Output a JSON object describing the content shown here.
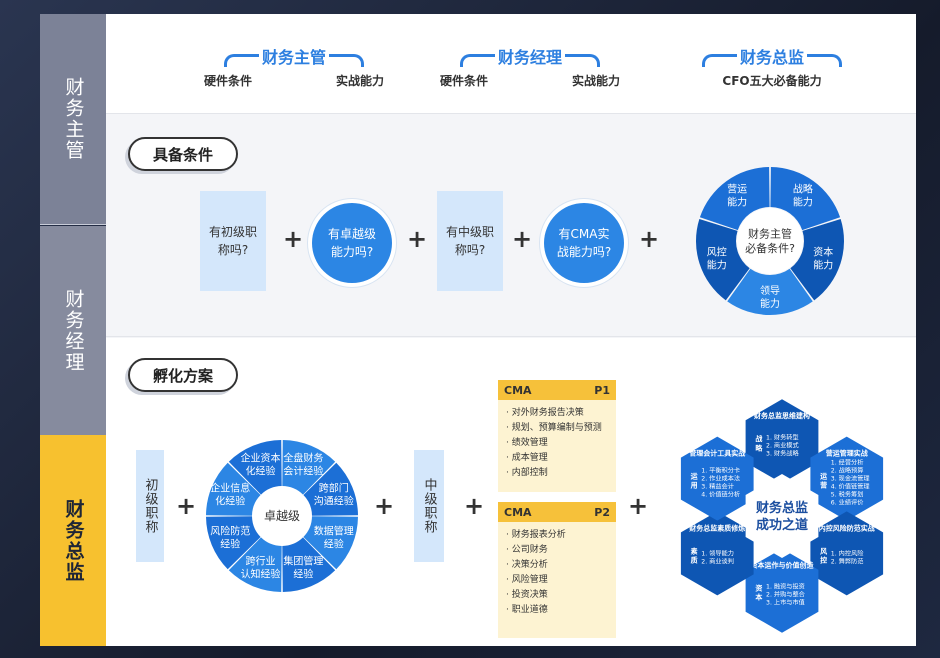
{
  "sidebar": {
    "tabs": [
      {
        "label": "财务主管"
      },
      {
        "label": "财务经理"
      },
      {
        "label": "财务总监"
      }
    ]
  },
  "header": {
    "cols": [
      {
        "title": "财务主管",
        "left": "硬件条件",
        "right": "实战能力"
      },
      {
        "title": "财务经理",
        "left": "硬件条件",
        "right": "实战能力"
      },
      {
        "title": "财务总监",
        "center": "CFO五大必备能力"
      }
    ]
  },
  "section1": {
    "pill": "具备条件",
    "box1": "有初级职称吗?",
    "circle1": "有卓越级能力吗?",
    "box2": "有中级职称吗?",
    "circle2": "有CMA实战能力吗?",
    "plus": "+",
    "wheel": {
      "center": [
        "财务主管",
        "必备条件?"
      ],
      "segments": [
        {
          "label": [
            "战略",
            "能力"
          ],
          "color": "#1c6fd6"
        },
        {
          "label": [
            "资本",
            "能力"
          ],
          "color": "#0e56b3"
        },
        {
          "label": [
            "领导",
            "能力"
          ],
          "color": "#2c86e4"
        },
        {
          "label": [
            "风控",
            "能力"
          ],
          "color": "#0e56b3"
        },
        {
          "label": [
            "营运",
            "能力"
          ],
          "color": "#1c6fd6"
        }
      ]
    }
  },
  "section2": {
    "pill": "孵化方案",
    "box1": "初级职称",
    "box2": "中级职称",
    "plus": "+",
    "wheel": {
      "center": "卓越级",
      "segments": [
        {
          "label": [
            "全盘财务",
            "会计经验"
          ]
        },
        {
          "label": [
            "跨部门",
            "沟通经验"
          ]
        },
        {
          "label": [
            "数据管理",
            "经验"
          ]
        },
        {
          "label": [
            "集团管理",
            "经验"
          ]
        },
        {
          "label": [
            "跨行业",
            "认知经验"
          ]
        },
        {
          "label": [
            "风险防范",
            "经验"
          ]
        },
        {
          "label": [
            "企业信息",
            "化经验"
          ]
        },
        {
          "label": [
            "企业资本",
            "化经验"
          ]
        }
      ]
    },
    "cma1": {
      "name": "CMA",
      "level": "P1",
      "items": [
        "对外财务报告决策",
        "规划、预算编制与预测",
        "绩效管理",
        "成本管理",
        "内部控制"
      ]
    },
    "cma2": {
      "name": "CMA",
      "level": "P2",
      "items": [
        "财务报表分析",
        "公司财务",
        "决策分析",
        "风险管理",
        "投资决策",
        "职业道德"
      ]
    },
    "hex": {
      "center": [
        "财务总监",
        "成功之道"
      ],
      "cells": [
        {
          "title": "财务总监思维建构",
          "side": "战略",
          "items": [
            "1. 财务转型",
            "2. 商业模式",
            "3. 财务战略"
          ]
        },
        {
          "title": "营运管理实战",
          "side": "运营",
          "items": [
            "1. 经营分析",
            "2. 战略预算",
            "3. 现金流管理",
            "4. 价值链管理",
            "5. 税务筹划",
            "6. 业绩评价"
          ]
        },
        {
          "title": "内控风险防范实战",
          "side": "风控",
          "items": [
            "1. 内控风险",
            "2. 舞弊防范"
          ]
        },
        {
          "title": "资本运作与价值创造",
          "side": "资本",
          "items": [
            "1. 融资与投资",
            "2. 并购与整合",
            "3. 上市与市值"
          ]
        },
        {
          "title": "财务总监素质修炼",
          "side": "素质",
          "items": [
            "1. 领导能力",
            "2. 商业谈判"
          ]
        },
        {
          "title": "管理会计工具实战",
          "side": "运用",
          "items": [
            "1. 平衡积分卡",
            "2. 作业成本法",
            "3. 精益会计",
            "4. 价值链分析"
          ]
        }
      ]
    }
  },
  "colors": {
    "blue": "#2c86e4",
    "dark_blue": "#0e56b3",
    "light_blue": "#d4e7fb",
    "yellow": "#f6c13a",
    "gray": "#7c8297"
  }
}
